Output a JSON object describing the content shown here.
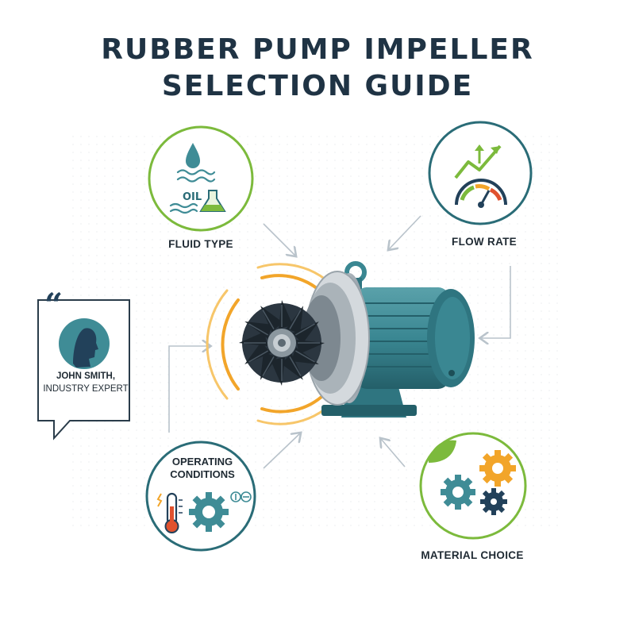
{
  "title": {
    "line1": "RUBBER PUMP IMPELLER",
    "line2": "SELECTION GUIDE"
  },
  "factors": {
    "fluid_type": {
      "label": "FLUID TYPE",
      "icon_text": "OIL",
      "icons": [
        "water-drop-icon",
        "waves-icon",
        "flask-icon"
      ]
    },
    "flow_rate": {
      "label": "FLOW RATE",
      "icons": [
        "rising-arrow-icon",
        "gauge-icon"
      ]
    },
    "operating_conditions": {
      "label_line1": "OPERATING",
      "label_line2": "CONDITIONS",
      "icons": [
        "thermometer-icon",
        "gear-icon"
      ]
    },
    "material_choice": {
      "label": "MATERIAL CHOICE",
      "icons": [
        "leaf-icon",
        "gears-icon"
      ]
    }
  },
  "expert": {
    "name": "JOHN SMITH,",
    "role": "INDUSTRY EXPERT",
    "icons": [
      "quote-icon",
      "person-silhouette-icon"
    ]
  },
  "center": {
    "icons": [
      "pump-motor-icon",
      "rubber-impeller-icon",
      "vibration-waves-icon"
    ]
  },
  "colors": {
    "title": "#1f3344",
    "teal": "#3f8c96",
    "teal_dark": "#2a6c77",
    "green": "#7cba3c",
    "orange": "#f2a52a",
    "navy": "#22415a",
    "arrow": "#b9c3cb"
  }
}
